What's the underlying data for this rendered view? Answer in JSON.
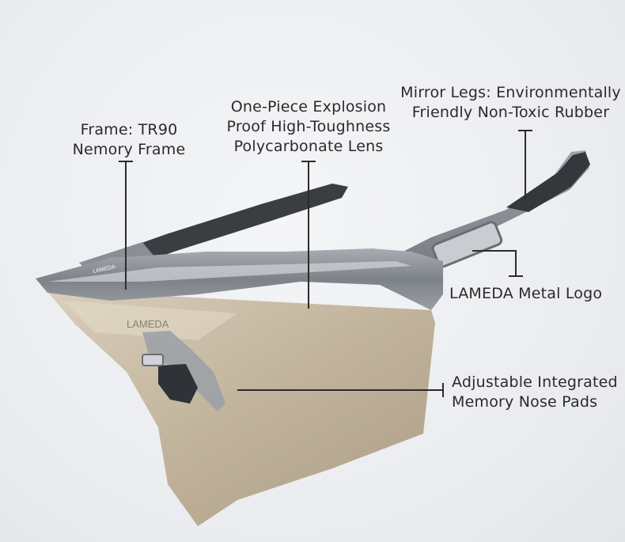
{
  "callouts": {
    "frame": {
      "line1": "Frame: TR90",
      "line2": "Nemory Frame"
    },
    "lens": {
      "line1": "One-Piece Explosion",
      "line2": "Proof High-Toughness",
      "line3": "Polycarbonate Lens"
    },
    "legs": {
      "line1": "Mirror Legs: Environmentally",
      "line2": "Friendly Non-Toxic Rubber"
    },
    "logo": {
      "text": "LAMEDA Metal Logo"
    },
    "nose": {
      "line1": "Adjustable Integrated",
      "line2": "Memory Nose Pads"
    }
  },
  "product": {
    "lens_print": "LAMEDA",
    "frame_print": "LAMEDA"
  },
  "colors": {
    "frame": "#8f949b",
    "frame_dark": "#5a5e64",
    "rubber": "#2d3033",
    "lens": "#b9ab93",
    "lens_light": "#d9cfbd"
  }
}
